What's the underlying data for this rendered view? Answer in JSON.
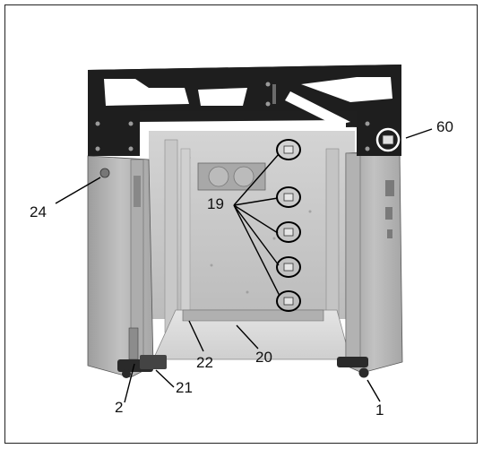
{
  "figure": {
    "subject": "frame-assembly-photo",
    "callouts": {
      "c1": "1",
      "c2": "2",
      "c19": "19",
      "c20": "20",
      "c21": "21",
      "c22": "22",
      "c24": "24",
      "c60": "60"
    },
    "colors": {
      "frame_border": "#222222",
      "top_bracket": "#1e1e1e",
      "sheet_metal": "#b8b8b8",
      "back_panel": "#c9c9c9",
      "floor": "#dcdcdc"
    }
  }
}
